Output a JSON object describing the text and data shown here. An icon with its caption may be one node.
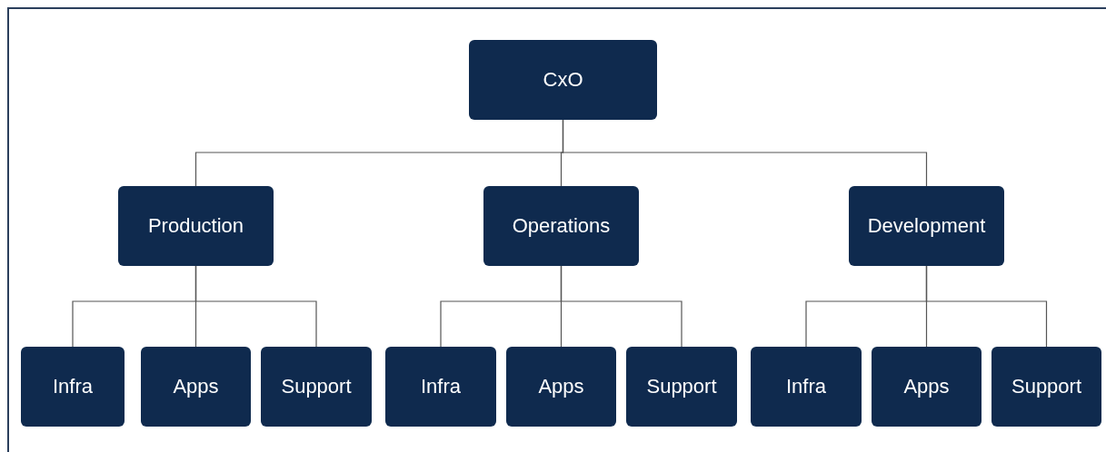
{
  "diagram": {
    "nodes": [
      {
        "text": [
          "CxO"
        ]
      },
      {
        "text": [
          "Production"
        ]
      },
      {
        "text": [
          "Operations"
        ]
      },
      {
        "text": [
          "Development"
        ]
      },
      {
        "text": [
          "Infra"
        ]
      },
      {
        "text": [
          "Apps"
        ]
      },
      {
        "text": [
          "Support"
        ]
      },
      {
        "text": [
          "Infra"
        ]
      },
      {
        "text": [
          "Apps"
        ]
      },
      {
        "text": [
          "Support"
        ]
      },
      {
        "text": [
          "Infra"
        ]
      },
      {
        "text": [
          "Apps"
        ]
      },
      {
        "text": [
          "Support"
        ]
      }
    ],
    "edges": [
      {
        "from": 0,
        "to": 1,
        "arrow": "none"
      },
      {
        "from": 0,
        "to": 2,
        "arrow": "none"
      },
      {
        "from": 0,
        "to": 3,
        "arrow": "none"
      },
      {
        "from": 1,
        "to": 4,
        "arrow": "none"
      },
      {
        "from": 1,
        "to": 5,
        "arrow": "none"
      },
      {
        "from": 1,
        "to": 6,
        "arrow": "none"
      },
      {
        "from": 2,
        "to": 7,
        "arrow": "none"
      },
      {
        "from": 2,
        "to": 8,
        "arrow": "none"
      },
      {
        "from": 2,
        "to": 9,
        "arrow": "none"
      },
      {
        "from": 3,
        "to": 10,
        "arrow": "none"
      },
      {
        "from": 3,
        "to": 11,
        "arrow": "none"
      },
      {
        "from": 3,
        "to": 12,
        "arrow": "none"
      }
    ]
  }
}
